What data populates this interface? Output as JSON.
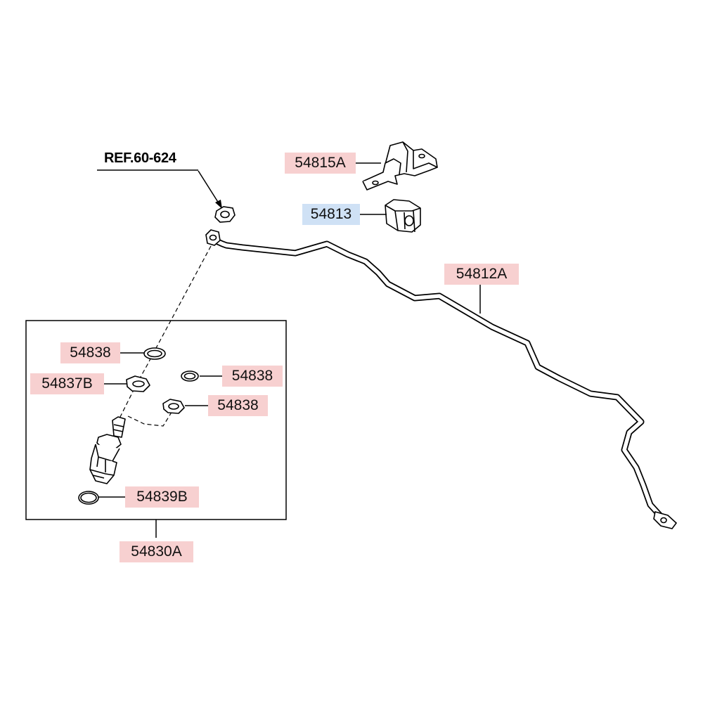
{
  "reference": {
    "text": "REF.60-624"
  },
  "labels": {
    "bushing_bracket": "54815A",
    "bushing": "54813",
    "stabilizer_bar": "54812A",
    "upper_washer": "54838",
    "lower_nut": "54837B",
    "right_washer_top": "54838",
    "right_washer_bottom": "54838",
    "link_ring": "54839B",
    "link_assembly": "54830A"
  },
  "colors": {
    "highlight_pink": "#f7d0d0",
    "highlight_blue": "#cfe1f5",
    "line": "#000000"
  }
}
